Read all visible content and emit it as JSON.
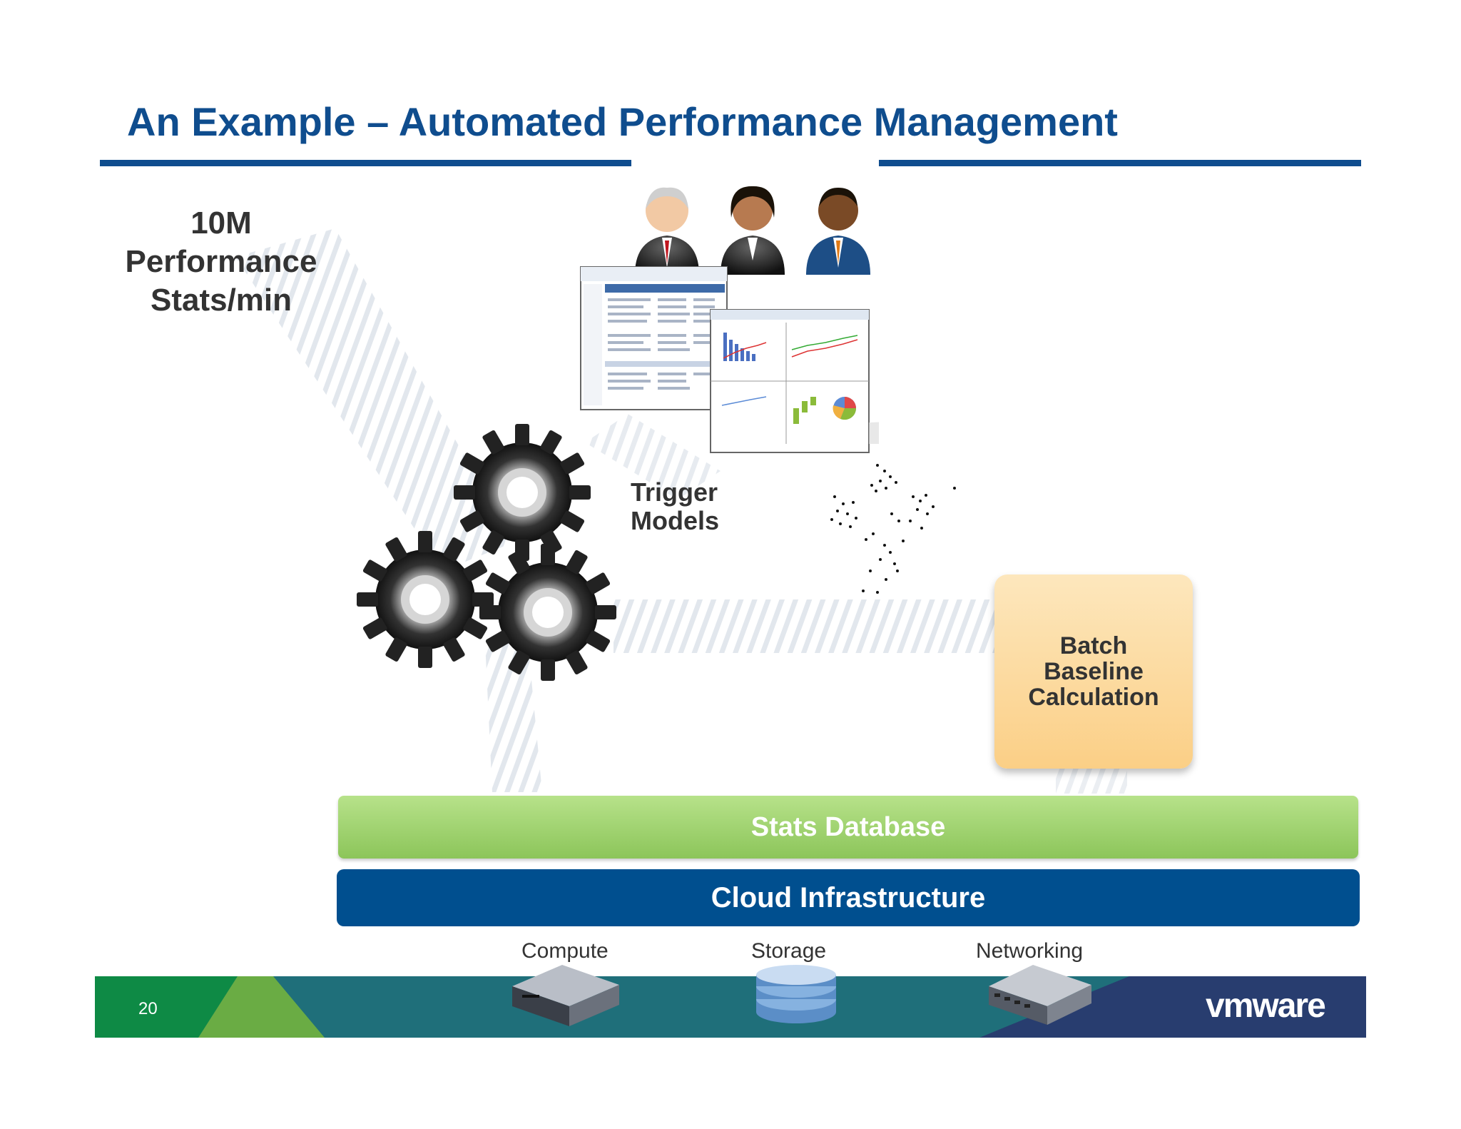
{
  "slide": {
    "title": "An Example – Automated Performance Management",
    "stats_label_line1": "10M",
    "stats_label_line2": "Performance",
    "stats_label_line3": "Stats/min",
    "trigger_line1": "Trigger",
    "trigger_line2": "Models",
    "batch_line1": "Batch",
    "batch_line2": "Baseline",
    "batch_line3": "Calculation",
    "stats_database": "Stats Database",
    "cloud_infrastructure": "Cloud Infrastructure",
    "compute_label": "Compute",
    "storage_label": "Storage",
    "networking_label": "Networking",
    "page_number": "20",
    "logo_text": "vmware"
  },
  "colors": {
    "title": "#0f4d8e",
    "stats_db": "#8cc55a",
    "cloud": "#004f8f",
    "batch": "#fbcf86",
    "footer_green": "#0e8a45",
    "footer_teal": "#1f6f7a",
    "footer_navy": "#283d6f"
  }
}
